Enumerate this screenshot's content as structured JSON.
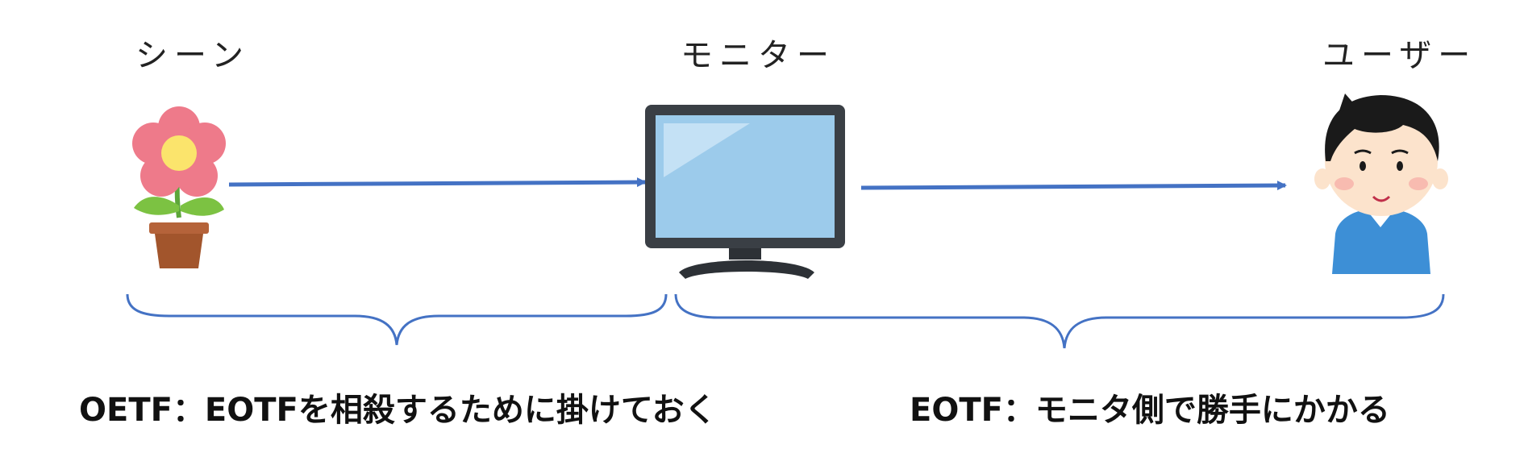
{
  "labels": {
    "scene": "シーン",
    "monitor": "モニター",
    "user": "ユーザー"
  },
  "captions": {
    "left": "OETF：EOTFを相殺するために掛けておく",
    "right": "EOTF：モニタ側で勝手にかかる"
  },
  "colors": {
    "arrow": "#4472C4",
    "brace": "#4472C4",
    "petal": "#EE7A8A",
    "flower_center": "#FBE46C",
    "leaf": "#7CC242",
    "pot": "#A2552C",
    "screen": "#9CCBEB",
    "bezel": "#3A3F45",
    "shirt": "#3D8FD6",
    "hair": "#1A1A1A",
    "skin": "#FCE3CC"
  },
  "icons": [
    "flower-pot-icon",
    "monitor-icon",
    "user-icon"
  ]
}
